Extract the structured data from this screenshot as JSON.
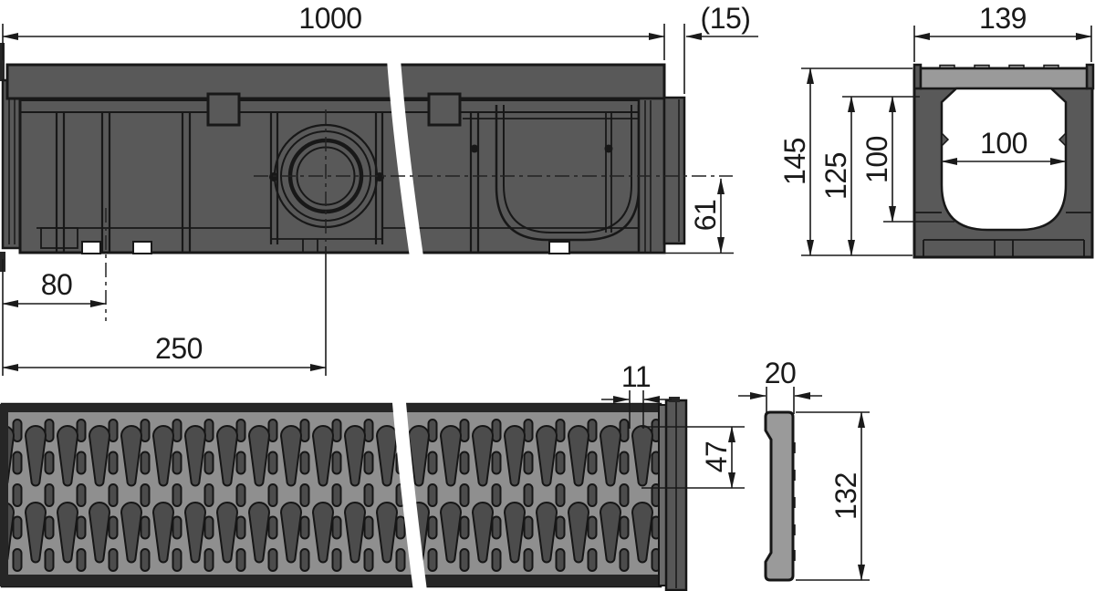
{
  "drawing": {
    "type": "technical dimension drawing",
    "subject": "drainage channel with perforated grate",
    "colors": {
      "body_fill": "#595959",
      "grate_surface": "#8f8f8f",
      "slot_fill": "#4c4c4c",
      "profile_fill": "#9a9a9a",
      "outline": "#181818",
      "dimension": "#1a1a1a",
      "background": "#ffffff"
    },
    "views": {
      "side": {
        "label": "side elevation",
        "dims": {
          "total_length": "1000",
          "end_cap_length": "(15)",
          "end_to_first_rib": "80",
          "end_to_outlet_center": "250",
          "outlet_center_to_base": "61"
        }
      },
      "section": {
        "label": "cross section",
        "dims": {
          "outer_width": "139",
          "overall_height": "145",
          "channel_height": "125",
          "inner_depth": "100",
          "inner_width": "100"
        }
      },
      "grate_plan": {
        "label": "grate plan view",
        "dims": {
          "slot_spacing": "11",
          "slot_length": "47"
        }
      },
      "grate_profile": {
        "label": "grate end profile",
        "dims": {
          "thickness": "20",
          "width": "132"
        }
      }
    }
  }
}
